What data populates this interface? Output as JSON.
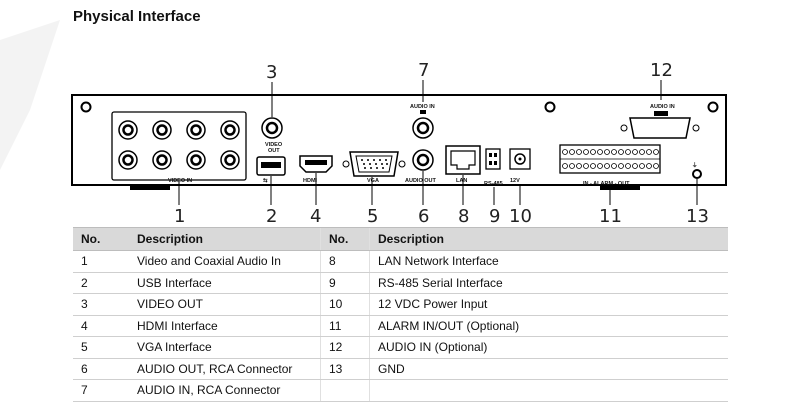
{
  "title": "Physical Interface",
  "labels": {
    "video_out_1": "VIDEO",
    "video_out_2": "OUT",
    "video_in": "VIDEO IN",
    "audio_in_top": "AUDIO IN",
    "audio_out": "AUDIO OUT",
    "vga": "VGA",
    "hdmi": "HDMI",
    "lan": "LAN",
    "rs485": "RS-485",
    "dc12v": "12V",
    "alarm": "IN - ALARM - OUT",
    "audio_in_opt": "AUDIO IN",
    "gnd": "GND"
  },
  "callouts": [
    "1",
    "2",
    "3",
    "4",
    "5",
    "6",
    "7",
    "8",
    "9",
    "10",
    "11",
    "12",
    "13"
  ],
  "table": {
    "headers": [
      "No.",
      "Description",
      "No.",
      "Description"
    ],
    "rows": [
      [
        "1",
        "Video and Coaxial Audio In",
        "8",
        "LAN Network Interface"
      ],
      [
        "2",
        "USB Interface",
        "9",
        "RS-485 Serial Interface"
      ],
      [
        "3",
        "VIDEO OUT",
        "10",
        "12 VDC Power Input"
      ],
      [
        "4",
        "HDMI Interface",
        "11",
        "ALARM IN/OUT (Optional)"
      ],
      [
        "5",
        "VGA Interface",
        "12",
        "AUDIO IN (Optional)"
      ],
      [
        "6",
        "AUDIO OUT, RCA Connector",
        "13",
        "GND"
      ],
      [
        "7",
        "AUDIO IN, RCA Connector",
        "",
        ""
      ]
    ]
  }
}
